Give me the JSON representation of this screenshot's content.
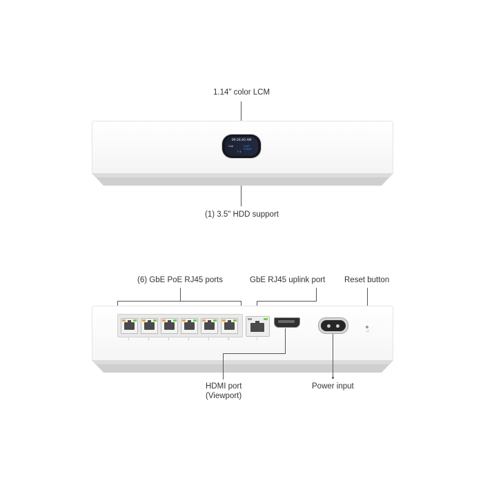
{
  "labels": {
    "lcm": "1.14\" color LCM",
    "hdd": "(1) 3.5\" HDD support",
    "poe_ports": "(6) GbE PoE RJ45 ports",
    "uplink": "GbE RJ45 uplink port",
    "reset": "Reset button",
    "hdmi_line1": "HDMI port",
    "hdmi_line2": "(Viewport)",
    "power": "Power input"
  },
  "lcm_screen": {
    "time": "09:26:40 AM",
    "left_text": "Hub",
    "right_text": "UniFi Online",
    "sub_text": "↑ 4"
  },
  "port_numbers": [
    "1",
    "2",
    "3",
    "4",
    "5",
    "6"
  ],
  "uplink_number": "7",
  "colors": {
    "body": "#ffffff",
    "base_shadow": "#c8c8c8",
    "led_amber": "#f0a23a",
    "led_green": "#6ccf4c",
    "screen": "#1c2233"
  }
}
